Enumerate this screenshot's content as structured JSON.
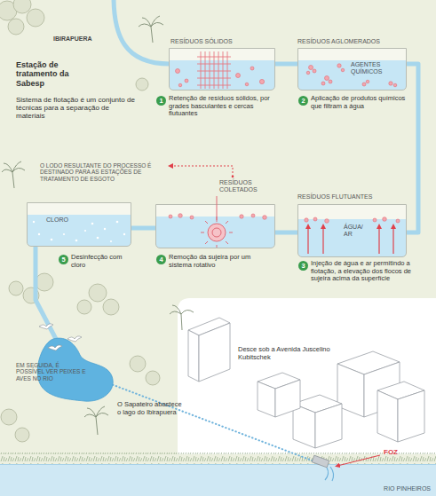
{
  "diagram": {
    "title": "Estação de tratamento da Sabesp",
    "nodes": [
      {
        "text": [
          "RESÍDUOS SÓLIDOS"
        ]
      },
      {
        "text": [
          "RESÍDUOS AGLOMERADOS",
          "AGENTES QUÍMICOS"
        ]
      },
      {
        "text": [
          "RESÍDUOS FLUTUANTES",
          "ÁGUA/ AR"
        ]
      },
      {
        "text": [
          "RESÍDUOS COLETADOS"
        ]
      },
      {
        "text": [
          "CLORO"
        ]
      },
      {
        "text": [
          "O Sapateiro abastece o lago do Ibirapuera"
        ]
      },
      {
        "text": [
          "RIO PINHEIROS"
        ]
      }
    ],
    "edges": [
      {
        "from": 0,
        "to": 1,
        "arrow": "none"
      },
      {
        "from": 1,
        "to": 2,
        "arrow": "none"
      },
      {
        "from": 2,
        "to": 3,
        "arrow": "none"
      },
      {
        "from": 3,
        "to": 4,
        "arrow": "none"
      },
      {
        "from": 4,
        "to": 5,
        "arrow": "none"
      },
      {
        "from": 5,
        "to": 6,
        "arrow": "none"
      }
    ],
    "labels": [
      "IBIRAPUERA",
      "Sistema de flotação é um conjunto de técnicas para a separação de materiais",
      "1",
      "Retenção de resíduos sólidos, por grades basculantes e cercas flutuantes",
      "2",
      "Aplicação de produtos químicos que filtram a água",
      "O LODO RESULTANTE DO PROCESSO É DESTINADO PARA AS ESTAÇÕES DE TRATAMENTO DE ESGOTO",
      "3",
      "Injeção de água e ar permitindo a flotação, a elevação dos flocos de sujeira acima da superfície",
      "4",
      "Remoção da sujeira por um sistema rotativo",
      "5",
      "Desinfecção com cloro",
      "EM SEGUIDA, É POSSÍVEL VER PEIXES E AVES NO RIO",
      "Desce sob a Avenida Juscelino Kubitschek",
      "FOZ"
    ]
  }
}
